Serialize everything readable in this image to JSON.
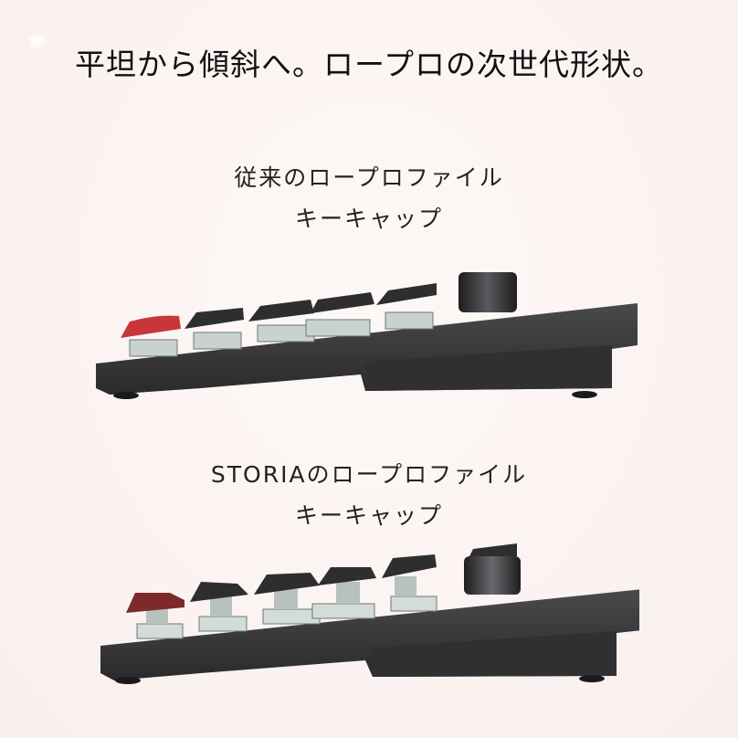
{
  "headline": "平坦から傾斜へ。ロープロの次世代形状。",
  "sections": [
    {
      "caption_line1": "従来のロープロファイル",
      "caption_line2": "キーキャップ",
      "image": "keyboard-side-view-conventional",
      "accent_keycap_color": "#c8363a"
    },
    {
      "caption_line1": "STORIAのロープロファイル",
      "caption_line2": "キーキャップ",
      "image": "keyboard-side-view-storia",
      "accent_keycap_color": "#7e2a2a"
    }
  ],
  "colors": {
    "background": "#fbf3f1",
    "keyboard_body": "#3a3a3c",
    "keycap": "#2e2e30",
    "switch": "#c9d2cf"
  }
}
